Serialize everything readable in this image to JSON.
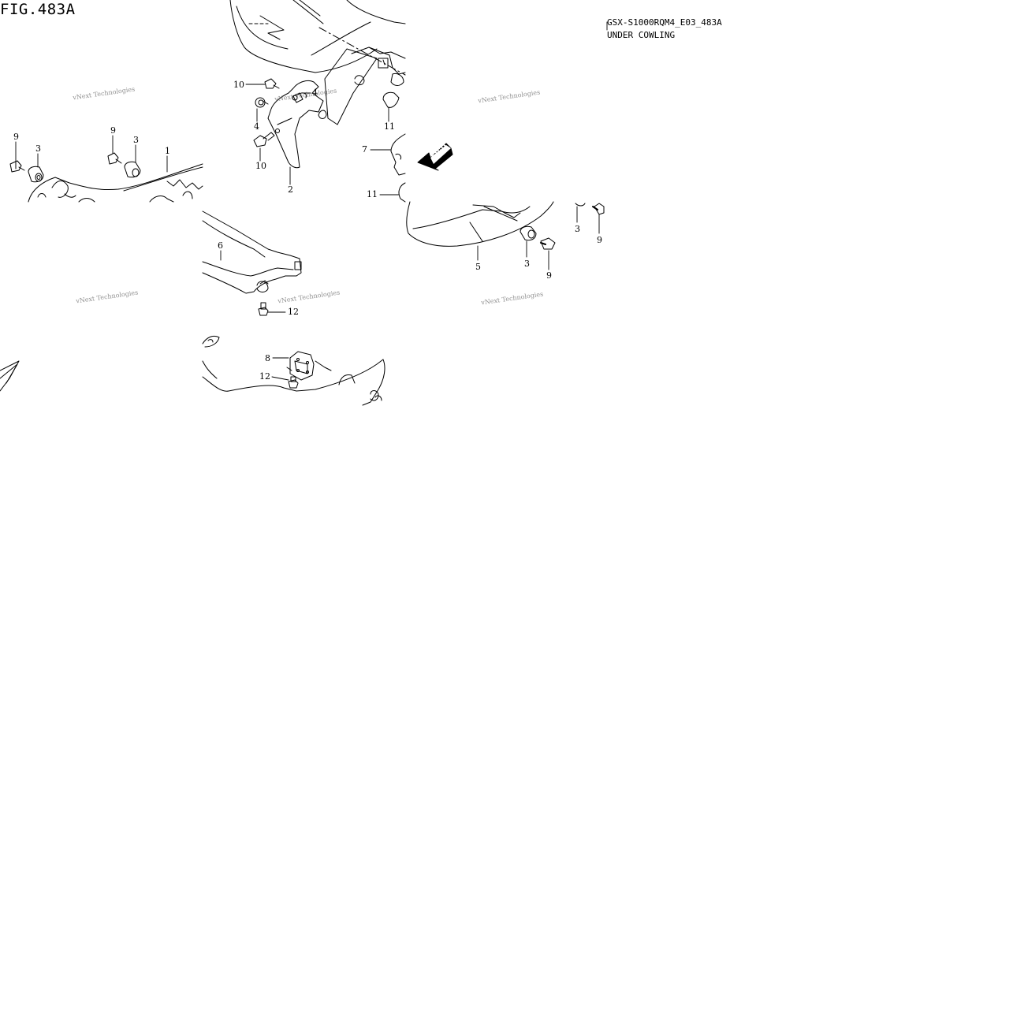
{
  "figure": {
    "label": "FIG.483A",
    "model_code": "GSX-S1000RQM4_E03_483A",
    "section_name": "UNDER COWLING",
    "direction_arrow": "FWD"
  },
  "watermark": "vNext Technologies",
  "callouts": [
    {
      "id": "c9a",
      "text": "9"
    },
    {
      "id": "c3a",
      "text": "3"
    },
    {
      "id": "c9b",
      "text": "9"
    },
    {
      "id": "c3b",
      "text": "3"
    },
    {
      "id": "c1",
      "text": "1"
    },
    {
      "id": "c10a",
      "text": "10"
    },
    {
      "id": "c4a",
      "text": "4"
    },
    {
      "id": "c4b",
      "text": "4"
    },
    {
      "id": "c10b",
      "text": "10"
    },
    {
      "id": "c2",
      "text": "2"
    },
    {
      "id": "c11a",
      "text": "11"
    },
    {
      "id": "c7",
      "text": "7"
    },
    {
      "id": "c11b",
      "text": "11"
    },
    {
      "id": "c6",
      "text": "6"
    },
    {
      "id": "c12a",
      "text": "12"
    },
    {
      "id": "c8",
      "text": "8"
    },
    {
      "id": "c12b",
      "text": "12"
    },
    {
      "id": "c5",
      "text": "5"
    },
    {
      "id": "c3c",
      "text": "3"
    },
    {
      "id": "c9c",
      "text": "9"
    },
    {
      "id": "c3d",
      "text": "3"
    },
    {
      "id": "c9d",
      "text": "9"
    }
  ]
}
